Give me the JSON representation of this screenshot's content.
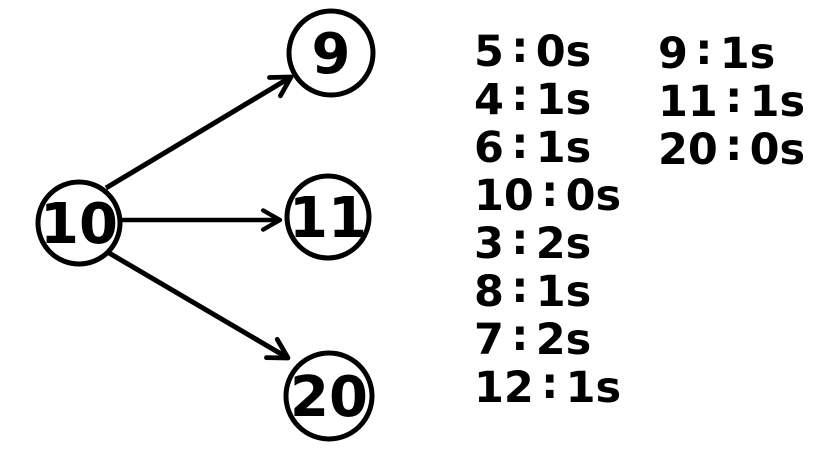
{
  "graph": {
    "nodes": [
      {
        "id": "10"
      },
      {
        "id": "9"
      },
      {
        "id": "11"
      },
      {
        "id": "20"
      }
    ],
    "edges": [
      {
        "from": "10",
        "to": "9"
      },
      {
        "from": "10",
        "to": "11"
      },
      {
        "from": "10",
        "to": "20"
      }
    ]
  },
  "timings": {
    "separator": ":",
    "left": [
      {
        "node": "5",
        "time": "0s"
      },
      {
        "node": "4",
        "time": "1s"
      },
      {
        "node": "6",
        "time": "1s"
      },
      {
        "node": "10",
        "time": "0s"
      },
      {
        "node": "3",
        "time": "2s"
      },
      {
        "node": "8",
        "time": "1s"
      },
      {
        "node": "7",
        "time": "2s"
      },
      {
        "node": "12",
        "time": "1s"
      }
    ],
    "right": [
      {
        "node": "9",
        "time": "1s"
      },
      {
        "node": "11",
        "time": "1s"
      },
      {
        "node": "20",
        "time": "0s"
      }
    ]
  },
  "colors": {
    "ink": "#000000",
    "background": "#ffffff"
  }
}
